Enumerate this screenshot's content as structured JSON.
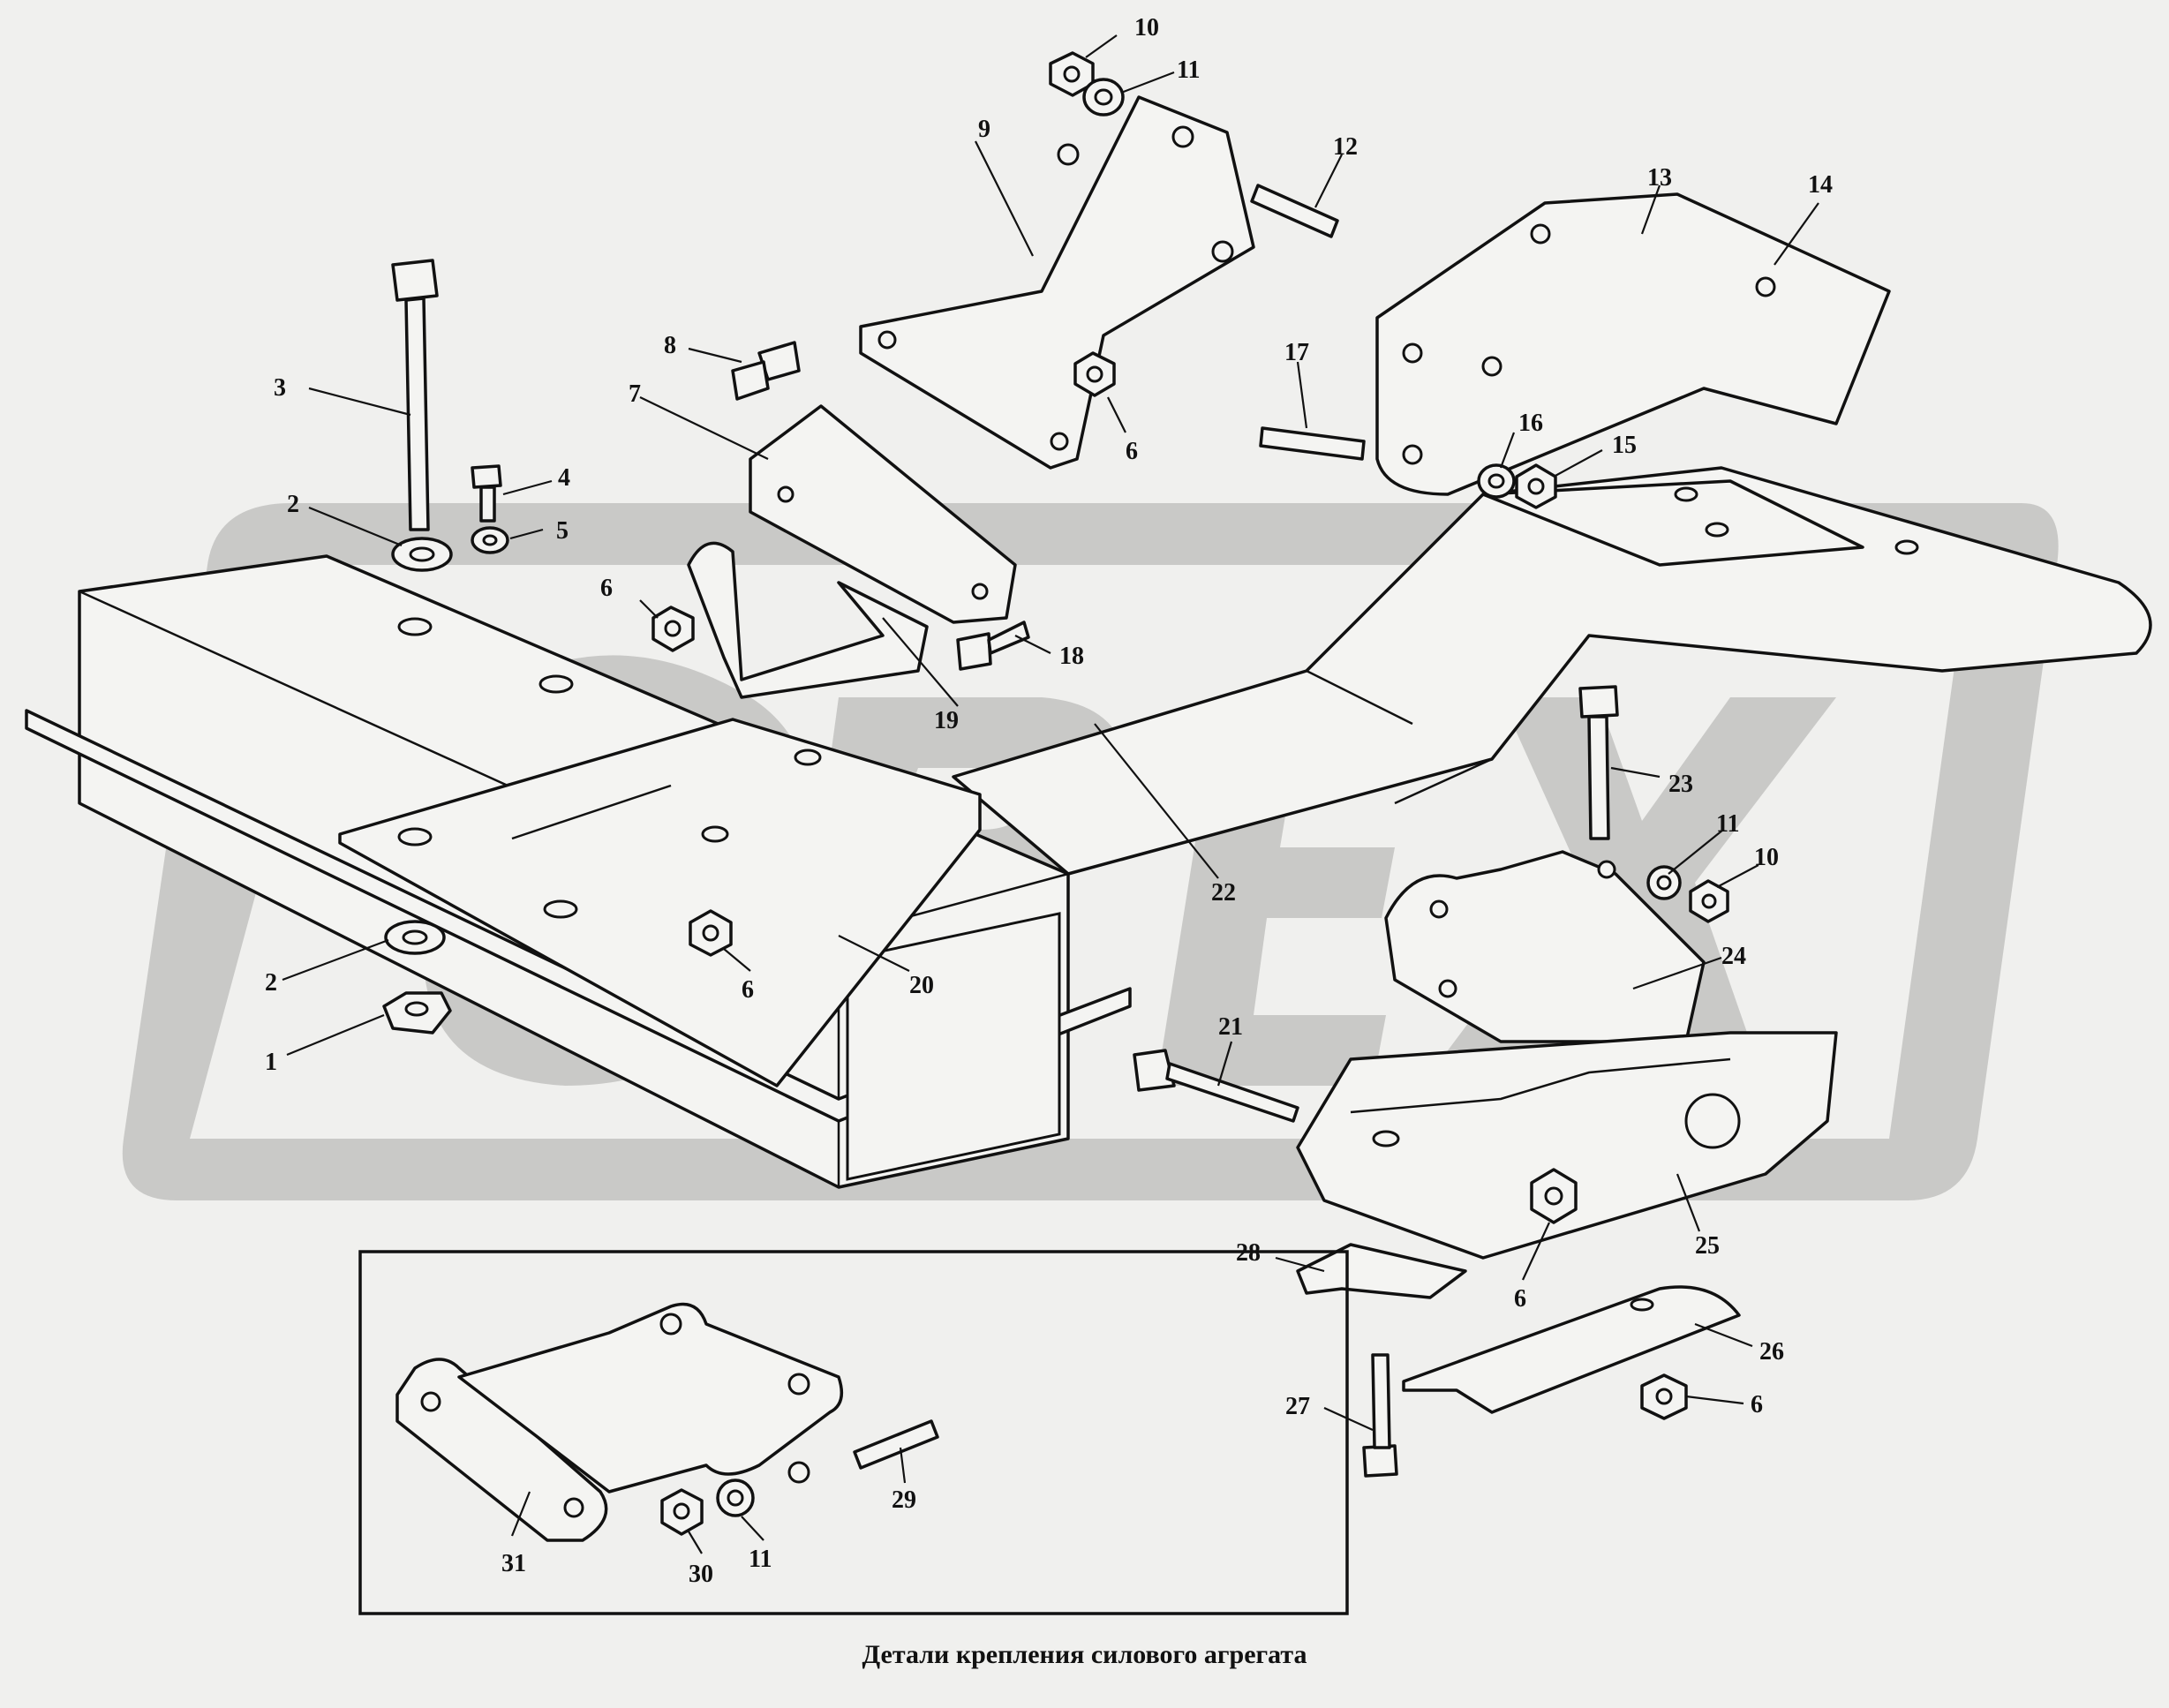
{
  "caption": "Детали крепления силового агрегата",
  "callouts": [
    "1",
    "2",
    "2",
    "3",
    "4",
    "5",
    "6",
    "6",
    "6",
    "6",
    "6",
    "7",
    "8",
    "9",
    "10",
    "10",
    "11",
    "11",
    "11",
    "12",
    "13",
    "14",
    "15",
    "16",
    "17",
    "18",
    "19",
    "20",
    "21",
    "22",
    "23",
    "24",
    "25",
    "26",
    "27",
    "28",
    "29",
    "30",
    "31"
  ],
  "watermark": "OPEX",
  "colors": {
    "background": "#f0f0ee",
    "watermark": "#c9c9c7",
    "ink": "#111111"
  }
}
